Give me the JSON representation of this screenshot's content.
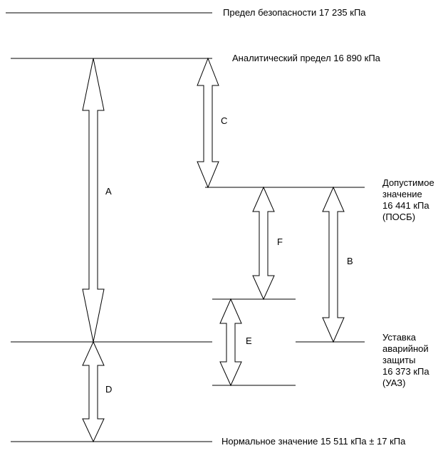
{
  "levels": {
    "safety_limit": "Предел безопасности 17 235 кПа",
    "analytical_limit": "Аналитический предел 16 890 кПа",
    "allowable": [
      "Допустимое",
      "значение",
      "16 441 кПа",
      "(ПОСБ)"
    ],
    "setpoint": [
      "Уставка",
      "аварийной",
      "защиты",
      "16 373 кПа",
      "(УАЗ)"
    ],
    "normal": "Нормальное значение 15 511 кПа ± 17 кПа"
  },
  "arrows": {
    "A": "A",
    "B": "B",
    "C": "C",
    "D": "D",
    "E": "E",
    "F": "F"
  },
  "colors": {
    "ink": "#000000",
    "background": "#ffffff"
  }
}
